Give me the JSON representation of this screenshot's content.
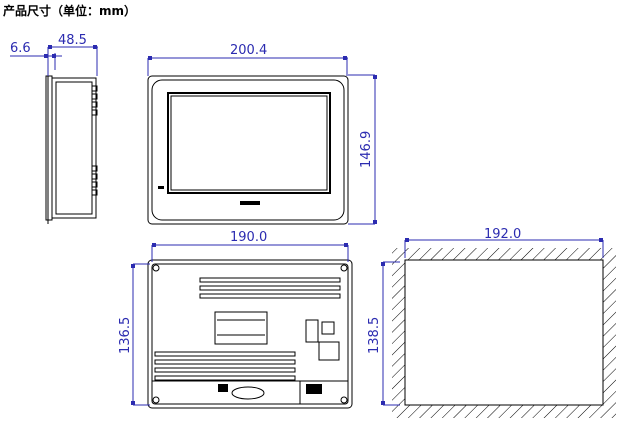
{
  "title": "产品尺寸（单位：mm）",
  "dimensions": {
    "side_bezel": "6.6",
    "side_depth": "48.5",
    "front_width": "200.4",
    "front_height": "146.9",
    "back_width": "190.0",
    "back_height": "136.5",
    "cutout_width": "192.0",
    "cutout_height": "138.5"
  },
  "colors": {
    "dimension": "#2b2bb0",
    "outline": "#000000"
  }
}
